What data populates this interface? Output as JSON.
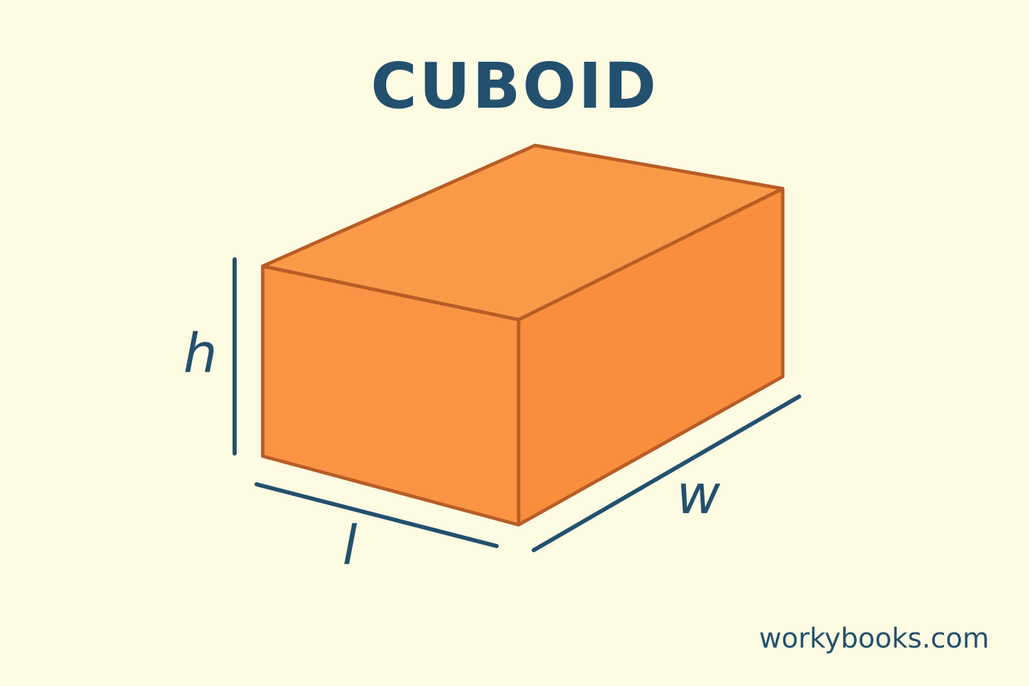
{
  "title": "CUBOID",
  "labels": {
    "height": "h",
    "length": "l",
    "width": "w"
  },
  "watermark": "workybooks.com",
  "colors": {
    "background": "#fdfbe2",
    "face_top": "#fa9a49",
    "face_front": "#fa9444",
    "face_side": "#f88e3e",
    "edge": "#b85d25",
    "text": "#23506e"
  }
}
